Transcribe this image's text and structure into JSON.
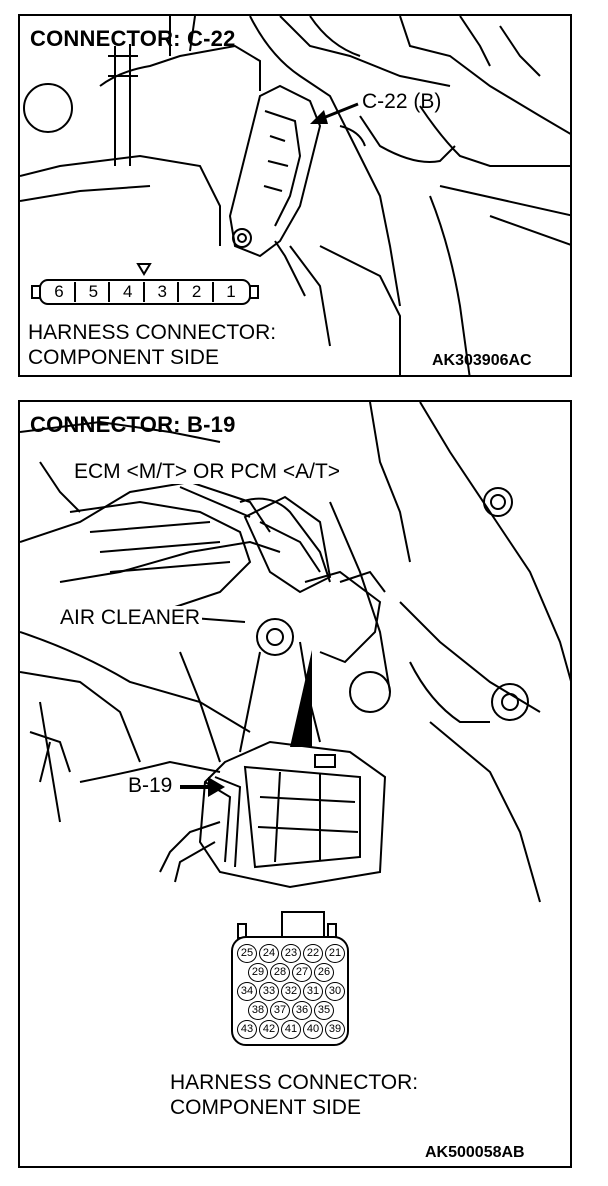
{
  "panel1": {
    "title": "CONNECTOR: C-22",
    "callout": "C-22 (B)",
    "pins": [
      "6",
      "5",
      "4",
      "3",
      "2",
      "1"
    ],
    "caption_line1": "HARNESS CONNECTOR:",
    "caption_line2": "COMPONENT SIDE",
    "figure_code": "AK303906AC"
  },
  "panel2": {
    "title": "CONNECTOR: B-19",
    "ecm_label": "ECM <M/T> OR PCM <A/T>",
    "air_cleaner_label": "AIR CLEANER",
    "callout": "B-19",
    "pin_rows": [
      [
        "25",
        "24",
        "23",
        "22",
        "21"
      ],
      [
        "29",
        "28",
        "27",
        "26"
      ],
      [
        "34",
        "33",
        "32",
        "31",
        "30"
      ],
      [
        "38",
        "37",
        "36",
        "35"
      ],
      [
        "43",
        "42",
        "41",
        "40",
        "39"
      ]
    ],
    "caption_line1": "HARNESS CONNECTOR:",
    "caption_line2": "COMPONENT SIDE",
    "figure_code": "AK500058AB"
  }
}
